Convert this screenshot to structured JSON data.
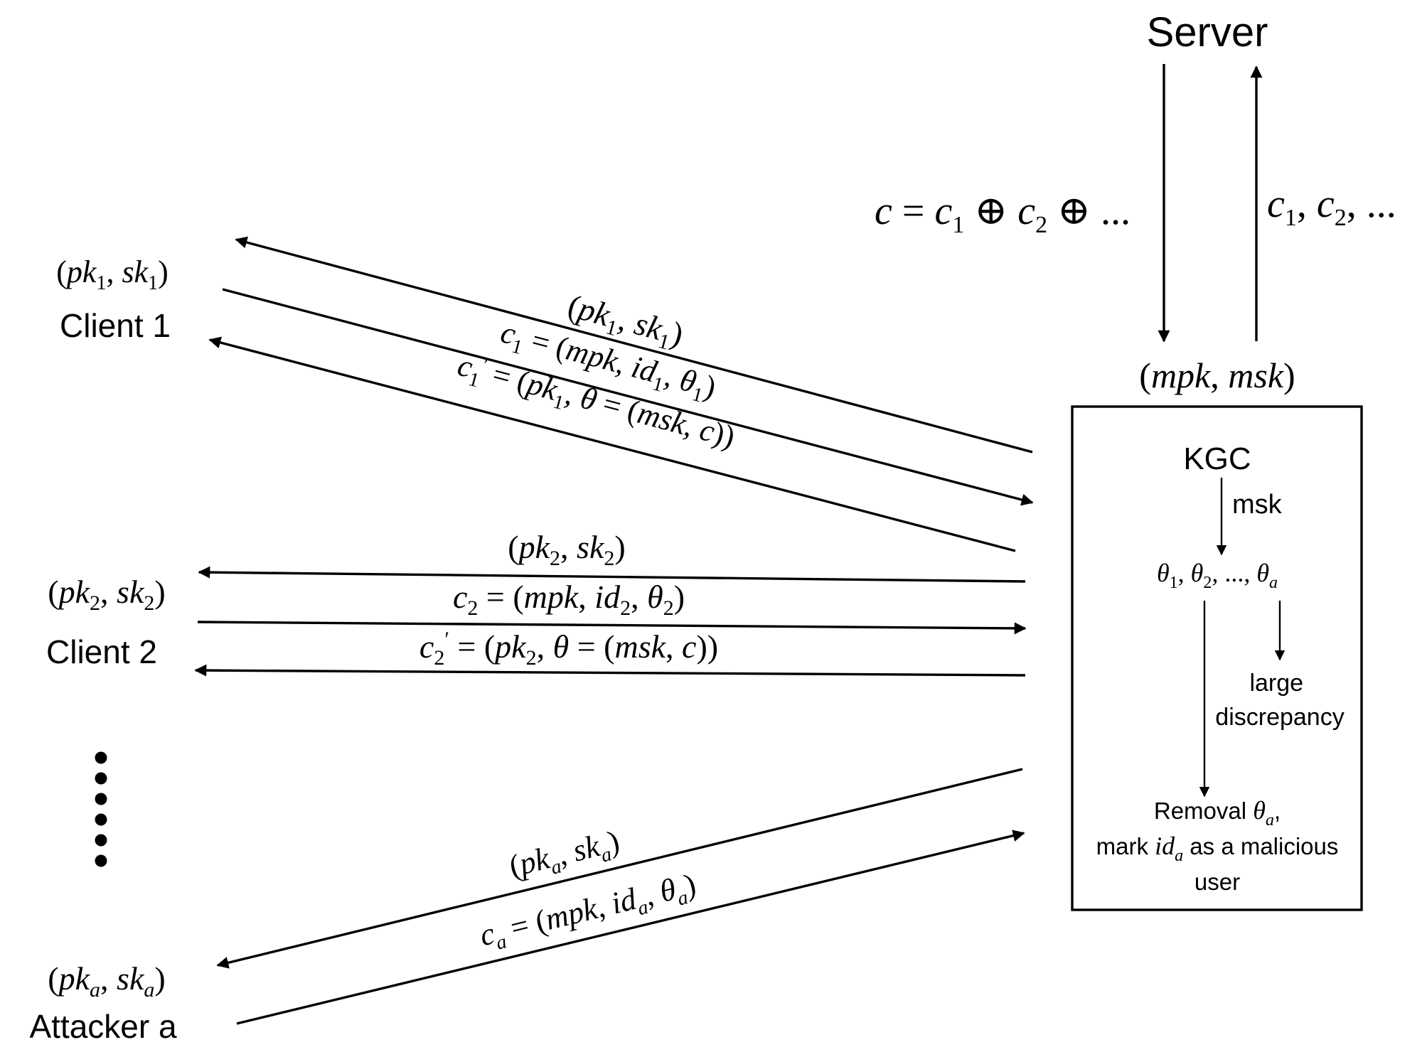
{
  "server": {
    "title": "Server",
    "aggregate": [
      "c",
      " = ",
      "c",
      "1",
      " ⊕ ",
      "c",
      "2",
      " ⊕ ..."
    ],
    "uploads": [
      "c",
      "1",
      ", ",
      "c",
      "2",
      ", ..."
    ]
  },
  "kgc": {
    "keys_label": [
      "(",
      "mpk",
      ", ",
      "msk",
      ")"
    ],
    "title": "KGC",
    "msk_label": "msk",
    "thetas": [
      "θ",
      "1",
      ", ",
      "θ",
      "2",
      ", ..., ",
      "θ",
      "a"
    ],
    "discrepancy": [
      "large",
      "discrepancy"
    ],
    "removal": {
      "line1": [
        "Removal ",
        "θ",
        "a",
        ","
      ],
      "line2": [
        "mark ",
        "id",
        "a",
        " as a malicious"
      ],
      "line3": "user"
    }
  },
  "clients": [
    {
      "name": "Client 1",
      "keypair": [
        "(",
        "pk",
        "1",
        ", ",
        "sk",
        "1",
        ")"
      ],
      "msg_keys": [
        "(",
        "pk",
        "1",
        ", ",
        "sk",
        "1",
        ")"
      ],
      "msg_c": [
        "c",
        "1",
        " = (",
        "mpk",
        ", ",
        "id",
        "1",
        ", ",
        "θ",
        "1",
        ")"
      ],
      "msg_cprime": [
        "c",
        "1",
        "′",
        " = (",
        "pk",
        "1",
        ", ",
        "θ",
        " = (",
        "msk",
        ", ",
        "c",
        "))"
      ]
    },
    {
      "name": "Client 2",
      "keypair": [
        "(",
        "pk",
        "2",
        ", ",
        "sk",
        "2",
        ")"
      ],
      "msg_keys": [
        "(",
        "pk",
        "2",
        ", ",
        "sk",
        "2",
        ")"
      ],
      "msg_c": [
        "c",
        "2",
        " = (",
        "mpk",
        ", ",
        "id",
        "2",
        ", ",
        "θ",
        "2",
        ")"
      ],
      "msg_cprime": [
        "c",
        "2",
        "′",
        " = (",
        "pk",
        "2",
        ", ",
        "θ",
        " = (",
        "msk",
        ", ",
        "c",
        "))"
      ]
    },
    {
      "name": "Attacker a",
      "keypair": [
        "(",
        "pk",
        "a",
        ", ",
        "sk",
        "a",
        ")"
      ],
      "msg_keys": [
        "(",
        "pk",
        "a",
        ", ",
        "sk",
        "a",
        ")"
      ],
      "msg_c": [
        "c",
        "a",
        " = (",
        "mpk",
        ", ",
        "id",
        "a",
        ", ",
        "θ",
        "a",
        ")"
      ]
    }
  ]
}
